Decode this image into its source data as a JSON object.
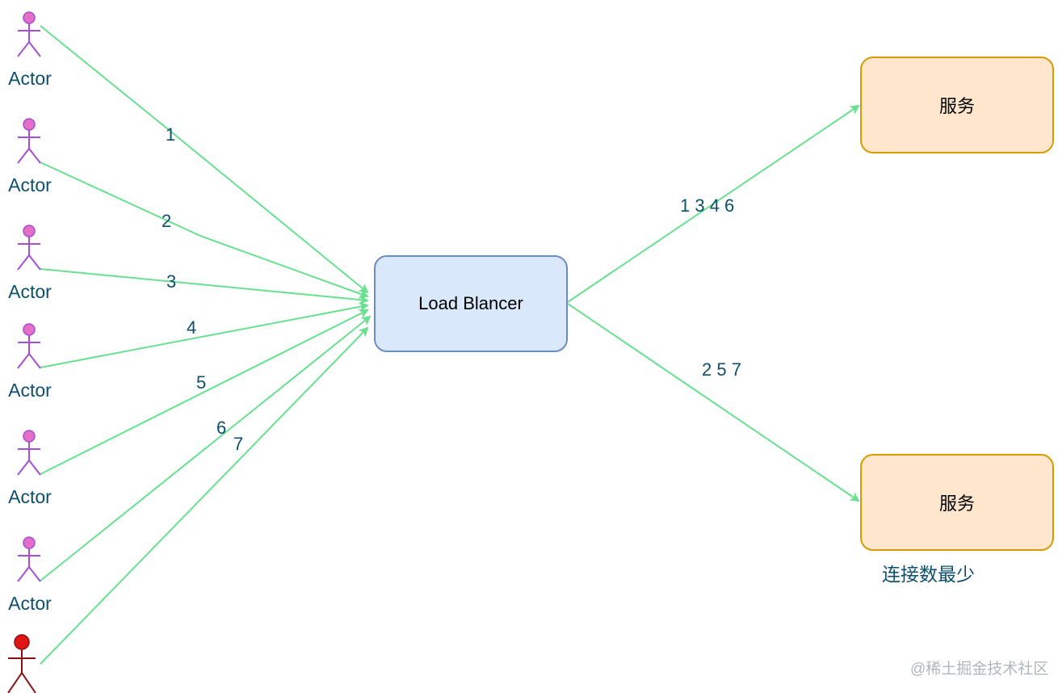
{
  "actors": [
    {
      "label": "Actor"
    },
    {
      "label": "Actor"
    },
    {
      "label": "Actor"
    },
    {
      "label": "Actor"
    },
    {
      "label": "Actor"
    },
    {
      "label": "Actor"
    },
    {
      "label": ""
    }
  ],
  "request_labels": [
    "1",
    "2",
    "3",
    "4",
    "5",
    "6",
    "7"
  ],
  "load_balancer": {
    "label": "Load Blancer"
  },
  "services": [
    {
      "label": "服务",
      "requests": "1 3 4 6"
    },
    {
      "label": "服务",
      "requests": "2 5 7"
    }
  ],
  "strategy_caption": "连接数最少",
  "watermark": "@稀土掘金技术社区",
  "colors": {
    "edge": "#68e08f",
    "actor_stroke": "#a64fd6",
    "actor_head": "#e36fc8",
    "active_actor": "#cc1111",
    "label_text": "#0d4f6e",
    "lb_fill": "#dae8fc",
    "lb_stroke": "#6c8ebf",
    "service_fill": "#ffe6cc",
    "service_stroke": "#d79b00"
  }
}
